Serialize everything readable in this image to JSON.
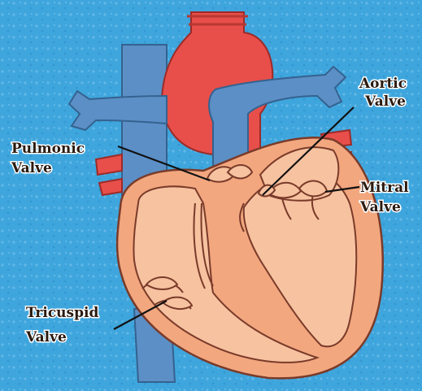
{
  "background_color": "#3fa6dd",
  "colors": {
    "artery": "#e84f4a",
    "vein": "#5b8fc6",
    "heart_outer": "#f2a77f",
    "heart_inner": "#f7c2a0",
    "outline": "#7a3b2a",
    "leader": "#111111"
  },
  "labels": {
    "aortic": [
      "Aortic",
      "Valve"
    ],
    "pulmonic": [
      "Pulmonic",
      "Valve"
    ],
    "mitral": [
      "Mitral",
      "Valve"
    ],
    "tricuspid": [
      "Tricuspid",
      "Valve"
    ]
  }
}
